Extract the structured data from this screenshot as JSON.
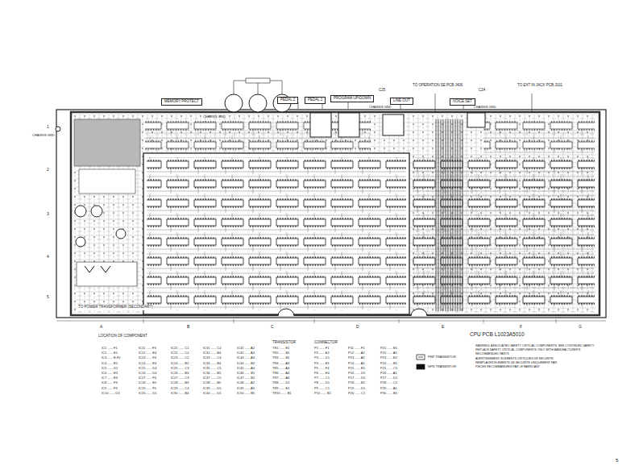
{
  "diagram": {
    "nodes": [
      {
        "text": [
          "MEMORY PROTECT"
        ]
      },
      {
        "text": [
          "PEDAL 2"
        ]
      },
      {
        "text": [
          "PEDAL 1"
        ]
      },
      {
        "text": [
          "PROGRAM UP/DOWN"
        ]
      },
      {
        "text": [
          "LINE OUT"
        ]
      },
      {
        "text": [
          "VOICE SET"
        ]
      }
    ],
    "labels": [
      "CHASSIS GND",
      "CHASSIS GND",
      "C25",
      "CHASSIS GND",
      "TO OPERATION SE PCB J406",
      "C24",
      "CHASSIS GND",
      "TO EXT IN JACK PCB J101",
      "TO POWER TRANSFORMER (SECONDARY)",
      "A",
      "B",
      "C",
      "D",
      "E",
      "F",
      "G",
      "1",
      "2",
      "3",
      "4",
      "5",
      "LOCATION OF COMPONENT",
      "TRANSISTOR",
      "CONNECTOR",
      "CPU PCB  L1023A5010",
      "WARNING: ASSOCIATED SAFETY CRITICAL COMPONENTS, SEE CONTINUED SAFETY",
      "REPLACE SAFETY CRITICAL COMPONENTS ONLY WITH MANUFACTURER'S",
      "RECOMMENDED PARTS",
      "AVERTISSEMENT: ELEMENTS CRITIQUES DE SECURITE",
      "REMPLACER ELEMENTS DE SECURITE UNIQUEMENT PAR",
      "PIECES RECOMMANDEES PAR LE FABRICANT",
      "5",
      "IC1 ...... F1",
      "IC2 ...... E1",
      "IC3 ...... E,F2",
      "IC4 ...... E2",
      "IC5 ...... D2",
      "IC6 ...... E3",
      "IC7 ...... E3",
      "IC8 ...... F3",
      "IC9 ...... F3",
      "IC10 ...... D3",
      "IC11 ...... F3",
      "IC12 ...... E4",
      "IC13 ...... F4",
      "IC14 ...... E4",
      "IC15 ...... D4",
      "IC16 ...... D4",
      "IC17 ...... F4",
      "IC18 ...... E5",
      "IC19 ...... F5",
      "IC20 ...... D5",
      "IC21 ...... C1",
      "IC22 ...... C2",
      "IC23 ...... C2",
      "IC24 ...... B2",
      "IC25 ...... C3",
      "IC26 ...... B3",
      "IC27 ...... C3",
      "IC28 ...... B3",
      "IC29 ...... C4",
      "IC30 ...... B4",
      "IC31 ...... C4",
      "IC32 ...... B4",
      "IC33 ...... C4",
      "IC34 ...... B4",
      "IC35 ...... C5",
      "IC36 ...... B5",
      "IC37 ...... C5",
      "IC38 ...... B5",
      "IC39 ...... D5",
      "IC40 ...... D5",
      "IC41 ...... A2",
      "IC42 ...... A3",
      "IC43 ...... A3",
      "IC44 ...... B2",
      "IC45 ...... A4",
      "IC46 ...... B1",
      "IC47 ...... B1",
      "IC48 ...... A2",
      "IC49 ...... A5",
      "IC50 ...... B5",
      "TR1 ...... E1",
      "TR2 ...... B1",
      "TR3 ...... B1",
      "TR4 ...... A3",
      "TR5 ...... A3",
      "TR6 ...... A4",
      "TR7 ...... A4",
      "TR8 ...... D1",
      "TR9 ...... E1",
      "TR10 ...... B1",
      "P1 ...... F1",
      "P2 ...... E2",
      "P3 ...... D1",
      "P4 ...... B1",
      "P5 ...... F4",
      "P6 ...... E4",
      "P7 ...... C1",
      "P8 ...... D1",
      "P9 ...... C1",
      "P10 ...... B1",
      "P11 ...... F5",
      "P12 ...... A2",
      "P13 ...... A2",
      "P14 ...... A1",
      "P15 ...... E5",
      "P16 ...... D5",
      "P17 ...... D5",
      "P18 ...... B1",
      "P19 ...... D1",
      "P20 ...... C1",
      "P21 ...... E5",
      "P22 ...... A5",
      "P23 ...... E2",
      "P24 ...... B5",
      "P25 ...... C5",
      "P26 ...... A1",
      "P27 ...... D1",
      "P28 ...... C5",
      "P29 ...... A1",
      "P30 ...... B5"
    ],
    "legend": [
      {
        "text": "PNP TRANSISTOR"
      },
      {
        "text": "NPN TRANSISTOR"
      }
    ]
  }
}
